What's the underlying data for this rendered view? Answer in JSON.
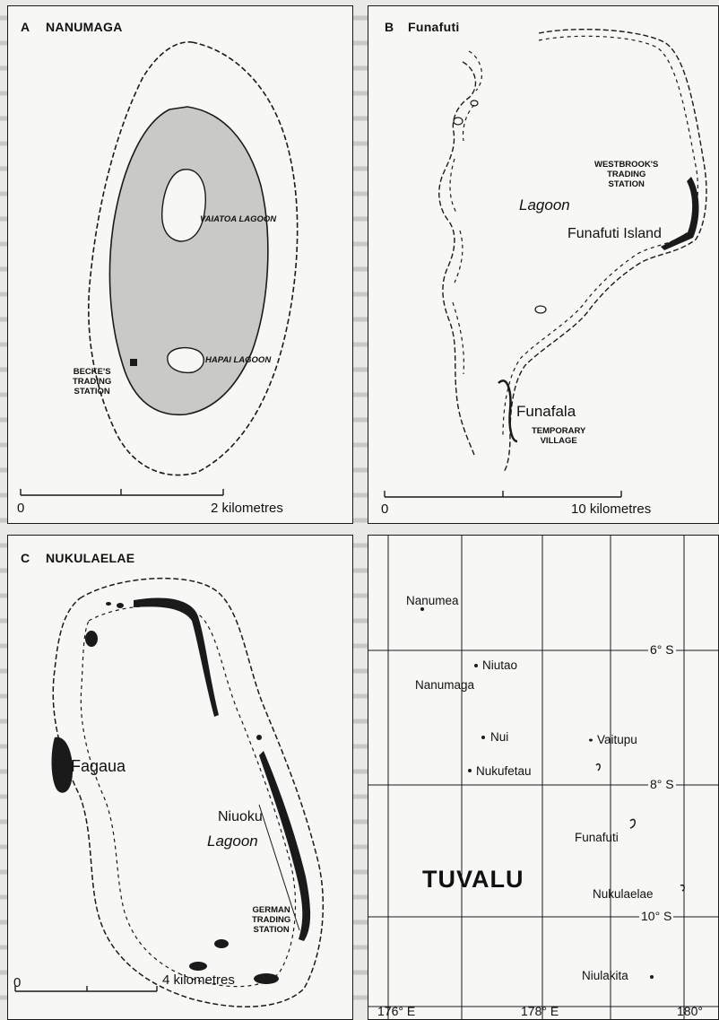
{
  "maps": {
    "nanumaga": {
      "letter": "A",
      "name": "NANUMAGA",
      "labels": {
        "vaiatoa": "VAIATOA LAGOON",
        "hapai": "HAPAI LAGOON",
        "beckes": "BECKE'S\nTRADING\nSTATION"
      },
      "scale": {
        "start": "0",
        "end": "2 kilometres"
      }
    },
    "funafuti": {
      "letter": "B",
      "name": "Funafuti",
      "labels": {
        "westbrook": "WESTBROOK'S\nTRADING\nSTATION",
        "lagoon": "Lagoon",
        "island": "Funafuti Island",
        "funafala": "Funafala",
        "village": "TEMPORARY\nVILLAGE"
      },
      "scale": {
        "start": "0",
        "end": "10 kilometres"
      }
    },
    "nukulaelae": {
      "letter": "C",
      "name": "NUKULAELAE",
      "labels": {
        "fagaua": "Fagaua",
        "niuoku": "Niuoku",
        "lagoon": "Lagoon",
        "german": "GERMAN\nTRADING\nSTATION"
      },
      "scale": {
        "start": "0",
        "end": "4 kilometres"
      }
    },
    "tuvalu": {
      "title": "TUVALU",
      "islands": [
        "Nanumea",
        "Niutao",
        "Nanumaga",
        "Nui",
        "Vaitupu",
        "Nukufetau",
        "Funafuti",
        "Nukulaelae",
        "Niulakita"
      ],
      "latitudes": [
        "6° S",
        "8° S",
        "10° S"
      ],
      "longitudes": [
        "176° E",
        "178° E",
        "180°"
      ]
    }
  },
  "colors": {
    "land": "#1a1a1a",
    "lagoon_fill": "#c9c9c5",
    "paper": "#f7f7f5",
    "line": "#1a1a1a"
  }
}
